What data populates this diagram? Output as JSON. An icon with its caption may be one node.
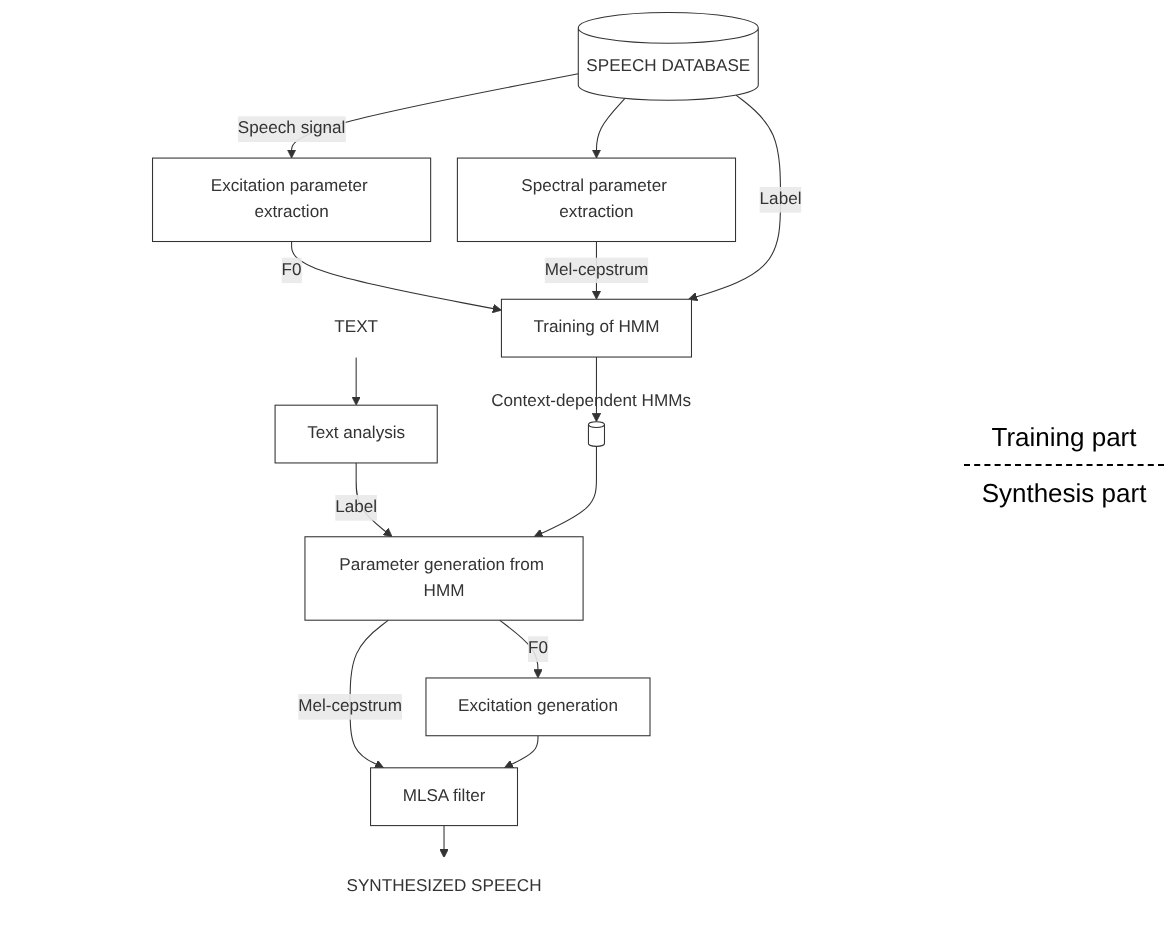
{
  "diagram": {
    "nodes": [
      {
        "text": [
          "SPEECH DATABASE"
        ]
      },
      {
        "text": [
          "Excitation parameter extraction"
        ]
      },
      {
        "text": [
          "Spectral parameter extraction"
        ]
      },
      {
        "text": [
          "Training of HMM"
        ]
      },
      {
        "text": [],
        "shape": "cylinder",
        "beside": [
          "Context-dependent HMMs"
        ]
      },
      {
        "text": [
          "TEXT"
        ]
      },
      {
        "text": [
          "Text analysis"
        ]
      },
      {
        "text": [
          "Parameter generation from HMM"
        ]
      },
      {
        "text": [
          "Excitation generation"
        ]
      },
      {
        "text": [
          "MLSA filter"
        ]
      },
      {
        "text": [
          "SYNTHESIZED SPEECH"
        ]
      }
    ],
    "edges": [
      {
        "from": 0,
        "to": 1,
        "arrow": "to",
        "label": "Speech signal"
      },
      {
        "from": 0,
        "to": 2,
        "arrow": "to"
      },
      {
        "from": 1,
        "to": 3,
        "arrow": "to",
        "label": "F0"
      },
      {
        "from": 2,
        "to": 3,
        "arrow": "to",
        "label": "Mel-cepstrum"
      },
      {
        "from": 0,
        "to": 3,
        "arrow": "to",
        "label": "Label"
      },
      {
        "from": 3,
        "to": 4,
        "arrow": "to"
      },
      {
        "from": 5,
        "to": 6,
        "arrow": "to"
      },
      {
        "from": 6,
        "to": 7,
        "arrow": "to",
        "label": "Label"
      },
      {
        "from": 4,
        "to": 7,
        "arrow": "to"
      },
      {
        "from": 7,
        "to": 8,
        "arrow": "to",
        "label": "F0"
      },
      {
        "from": 7,
        "to": 9,
        "arrow": "to",
        "label": "Mel-cepstrum"
      },
      {
        "from": 8,
        "to": 9,
        "arrow": "to"
      },
      {
        "from": 9,
        "to": 10,
        "arrow": "to"
      }
    ],
    "labels": [
      "Training part",
      "Synthesis part"
    ]
  }
}
